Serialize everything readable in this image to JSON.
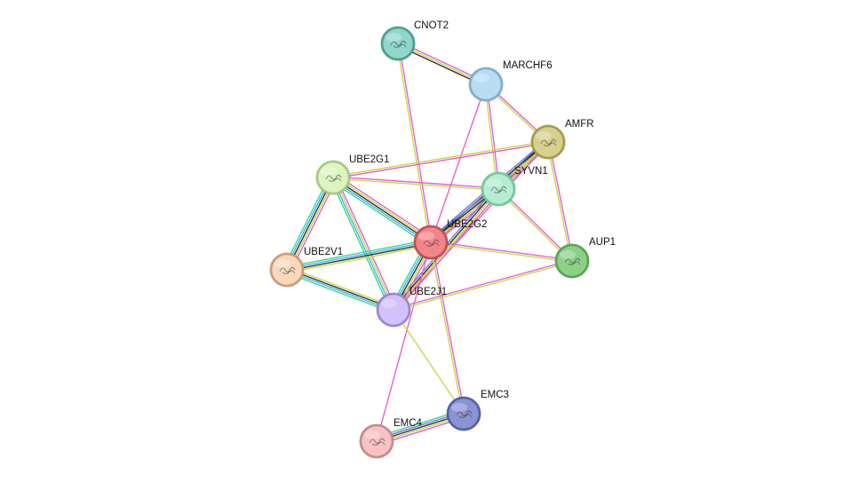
{
  "network": {
    "nodes": [
      {
        "id": "CNOT2",
        "label": "CNOT2",
        "fill": "#8fd6cb",
        "stroke": "#4b9e92",
        "structure": true
      },
      {
        "id": "MARCHF6",
        "label": "MARCHF6",
        "fill": "#b9dcf5",
        "stroke": "#7eaecf",
        "structure": false
      },
      {
        "id": "AMFR",
        "label": "AMFR",
        "fill": "#d6d08c",
        "stroke": "#a39b4d",
        "structure": true
      },
      {
        "id": "UBE2G1",
        "label": "UBE2G1",
        "fill": "#def4c0",
        "stroke": "#a7c97f",
        "structure": true
      },
      {
        "id": "SYVN1",
        "label": "SYVN1",
        "fill": "#b6ecd3",
        "stroke": "#6fc9a0",
        "structure": true
      },
      {
        "id": "UBE2G2",
        "label": "UBE2G2",
        "fill": "#f2858a",
        "stroke": "#c14d55",
        "structure": true
      },
      {
        "id": "AUP1",
        "label": "AUP1",
        "fill": "#8ed08a",
        "stroke": "#58a552",
        "structure": true
      },
      {
        "id": "UBE2V1",
        "label": "UBE2V1",
        "fill": "#f7d8b9",
        "stroke": "#c89d78",
        "structure": true
      },
      {
        "id": "UBE2J1",
        "label": "UBE2J1",
        "fill": "#d3c1fa",
        "stroke": "#9b86cf",
        "structure": false
      },
      {
        "id": "EMC3",
        "label": "EMC3",
        "fill": "#8a93d4",
        "stroke": "#545ea8",
        "structure": true
      },
      {
        "id": "EMC4",
        "label": "EMC4",
        "fill": "#f7c2c4",
        "stroke": "#c58a8c",
        "structure": true
      }
    ],
    "edges": [
      {
        "a": "CNOT2",
        "b": "MARCHF6",
        "colors": [
          "#e85fd0",
          "#c5d94a",
          "#333333"
        ]
      },
      {
        "a": "CNOT2",
        "b": "UBE2G2",
        "colors": [
          "#e85fd0",
          "#c5d94a"
        ]
      },
      {
        "a": "MARCHF6",
        "b": "AMFR",
        "colors": [
          "#e85fd0",
          "#c5d94a"
        ]
      },
      {
        "a": "MARCHF6",
        "b": "SYVN1",
        "colors": [
          "#e85fd0",
          "#c5d94a"
        ]
      },
      {
        "a": "MARCHF6",
        "b": "UBE2G2",
        "colors": [
          "#e85fd0"
        ]
      },
      {
        "a": "AMFR",
        "b": "UBE2G1",
        "colors": [
          "#e85fd0",
          "#c5d94a"
        ]
      },
      {
        "a": "AMFR",
        "b": "SYVN1",
        "colors": [
          "#e85fd0",
          "#c5d94a",
          "#333333",
          "#6a7bd9"
        ]
      },
      {
        "a": "AMFR",
        "b": "UBE2G2",
        "colors": [
          "#e85fd0",
          "#c5d94a",
          "#333333",
          "#6a7bd9"
        ]
      },
      {
        "a": "AMFR",
        "b": "AUP1",
        "colors": [
          "#e85fd0",
          "#c5d94a"
        ]
      },
      {
        "a": "AMFR",
        "b": "UBE2J1",
        "colors": [
          "#e85fd0",
          "#c5d94a"
        ]
      },
      {
        "a": "UBE2G1",
        "b": "SYVN1",
        "colors": [
          "#e85fd0",
          "#c5d94a"
        ]
      },
      {
        "a": "UBE2G1",
        "b": "UBE2G2",
        "colors": [
          "#e85fd0",
          "#c5d94a",
          "#333333",
          "#3ab8e8",
          "#3fd39a"
        ]
      },
      {
        "a": "UBE2G1",
        "b": "UBE2V1",
        "colors": [
          "#e85fd0",
          "#c5d94a",
          "#333333",
          "#3ab8e8",
          "#3fd39a"
        ]
      },
      {
        "a": "UBE2G1",
        "b": "UBE2J1",
        "colors": [
          "#e85fd0",
          "#c5d94a",
          "#3ab8e8",
          "#3fd39a"
        ]
      },
      {
        "a": "SYVN1",
        "b": "UBE2G2",
        "colors": [
          "#e85fd0",
          "#c5d94a",
          "#333333",
          "#6a7bd9"
        ]
      },
      {
        "a": "SYVN1",
        "b": "UBE2J1",
        "colors": [
          "#e85fd0",
          "#c5d94a",
          "#333333",
          "#6a7bd9"
        ]
      },
      {
        "a": "SYVN1",
        "b": "AUP1",
        "colors": [
          "#e85fd0",
          "#c5d94a"
        ]
      },
      {
        "a": "UBE2G2",
        "b": "AUP1",
        "colors": [
          "#e85fd0",
          "#c5d94a"
        ]
      },
      {
        "a": "UBE2G2",
        "b": "UBE2V1",
        "colors": [
          "#c5d94a",
          "#333333",
          "#3ab8e8",
          "#3fd39a"
        ]
      },
      {
        "a": "UBE2G2",
        "b": "UBE2J1",
        "colors": [
          "#e85fd0",
          "#c5d94a",
          "#333333",
          "#3ab8e8",
          "#3fd39a"
        ]
      },
      {
        "a": "UBE2G2",
        "b": "EMC3",
        "colors": [
          "#e85fd0",
          "#c5d94a"
        ]
      },
      {
        "a": "UBE2G2",
        "b": "EMC4",
        "colors": [
          "#e85fd0"
        ]
      },
      {
        "a": "UBE2V1",
        "b": "UBE2J1",
        "colors": [
          "#c5d94a",
          "#333333",
          "#3ab8e8",
          "#3fd39a"
        ]
      },
      {
        "a": "UBE2J1",
        "b": "AUP1",
        "colors": [
          "#e85fd0",
          "#c5d94a"
        ]
      },
      {
        "a": "UBE2J1",
        "b": "EMC3",
        "colors": [
          "#c5d94a"
        ]
      },
      {
        "a": "EMC3",
        "b": "EMC4",
        "colors": [
          "#e85fd0",
          "#c5d94a",
          "#333333",
          "#6a7bd9",
          "#3fd39a"
        ]
      }
    ]
  }
}
